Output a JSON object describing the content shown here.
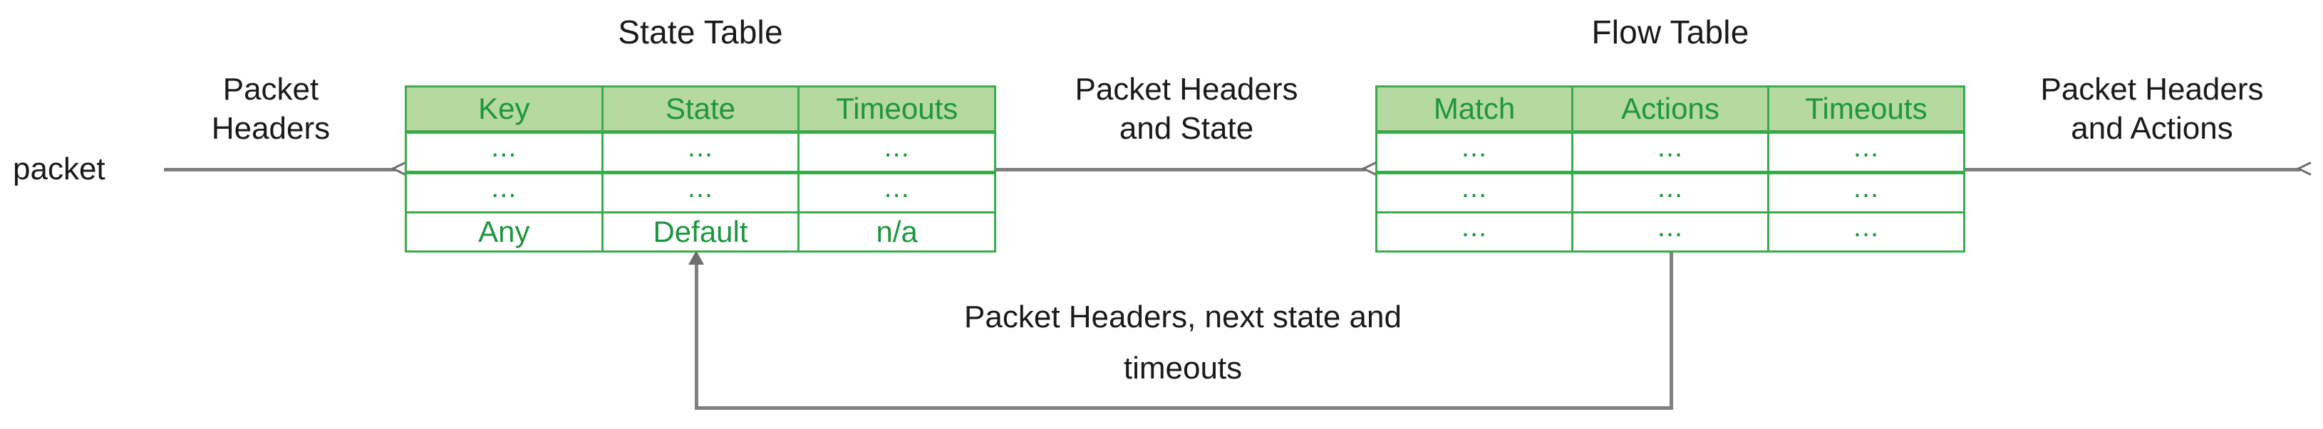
{
  "diagram": {
    "titles": {
      "state_table": "State Table",
      "flow_table": "Flow Table"
    },
    "labels": {
      "packet": "packet",
      "packet_headers_line1": "Packet",
      "packet_headers_line2": "Headers",
      "headers_and_state_line1": "Packet Headers",
      "headers_and_state_line2": "and State",
      "headers_and_actions_line1": "Packet Headers",
      "headers_and_actions_line2": "and Actions",
      "feedback_line1": "Packet Headers, next state and",
      "feedback_line2": "timeouts"
    },
    "state_table": {
      "columns": [
        "Key",
        "State",
        "Timeouts"
      ],
      "rows": [
        [
          "...",
          "...",
          "..."
        ],
        [
          "...",
          "...",
          "..."
        ],
        [
          "Any",
          "Default",
          "n/a"
        ]
      ]
    },
    "flow_table": {
      "columns": [
        "Match",
        "Actions",
        "Timeouts"
      ],
      "rows": [
        [
          "...",
          "...",
          "..."
        ],
        [
          "...",
          "...",
          "..."
        ],
        [
          "...",
          "...",
          "..."
        ]
      ]
    },
    "colors": {
      "header_fill": "#b5d9a0",
      "table_border": "#3aab4a",
      "table_text": "#1e9641",
      "label_text": "#1a1a1a",
      "connector": "#808080"
    }
  }
}
